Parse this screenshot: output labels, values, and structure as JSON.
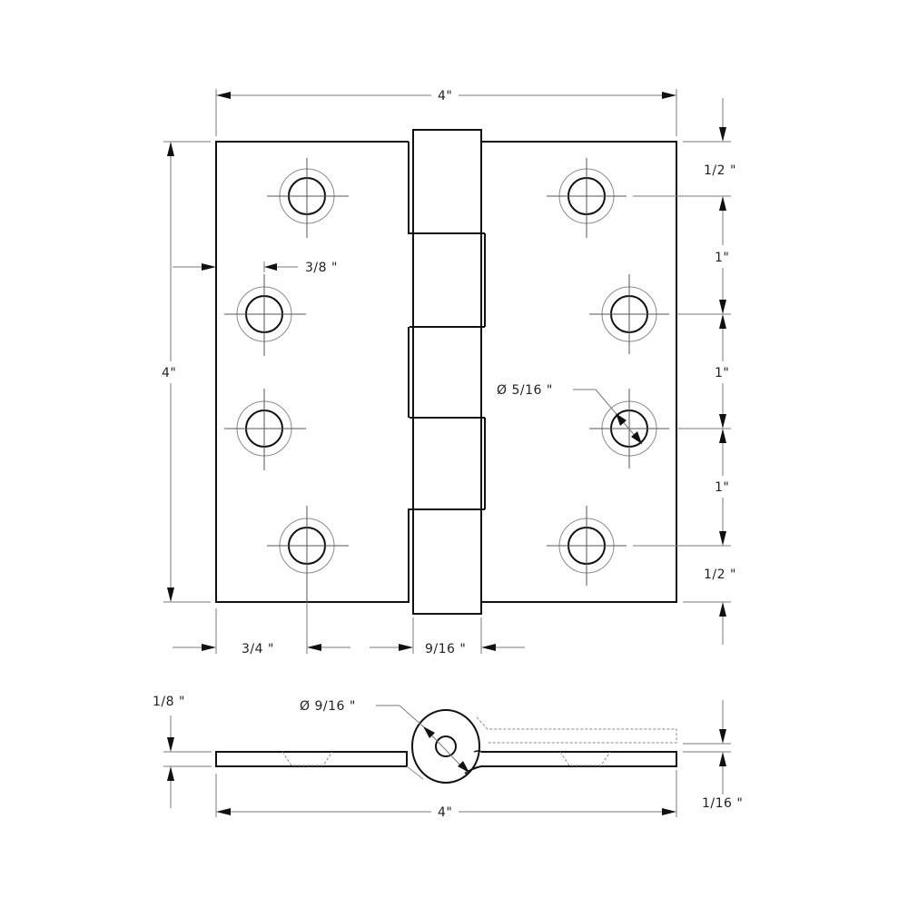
{
  "drawing": {
    "title": "Butt hinge dimensional drawing",
    "colors": {
      "object_line": "#111111",
      "dimension_line": "#7a7a7a",
      "background": "#ffffff"
    },
    "front_view": {
      "overall_width_label": "4\"",
      "overall_height_label": "4\"",
      "top_margin_label": "1/2 \"",
      "hole_spacing_labels": [
        "1\"",
        "1\"",
        "1\""
      ],
      "bottom_margin_label": "1/2 \"",
      "edge_to_inner_hole_label": "3/8 \"",
      "edge_to_outer_hole_label": "3/4 \"",
      "knuckle_width_label": "9/16 \"",
      "hole_diameter_label": "Ø 5/16 \"",
      "holes_per_leaf": 4,
      "knuckles": 5
    },
    "side_view": {
      "barrel_diameter_label": "Ø 9/16 \"",
      "overall_width_label": "4\"",
      "leaf_thickness_label": "1/8 \"",
      "leaf_gap_label": "1/16 \""
    }
  }
}
